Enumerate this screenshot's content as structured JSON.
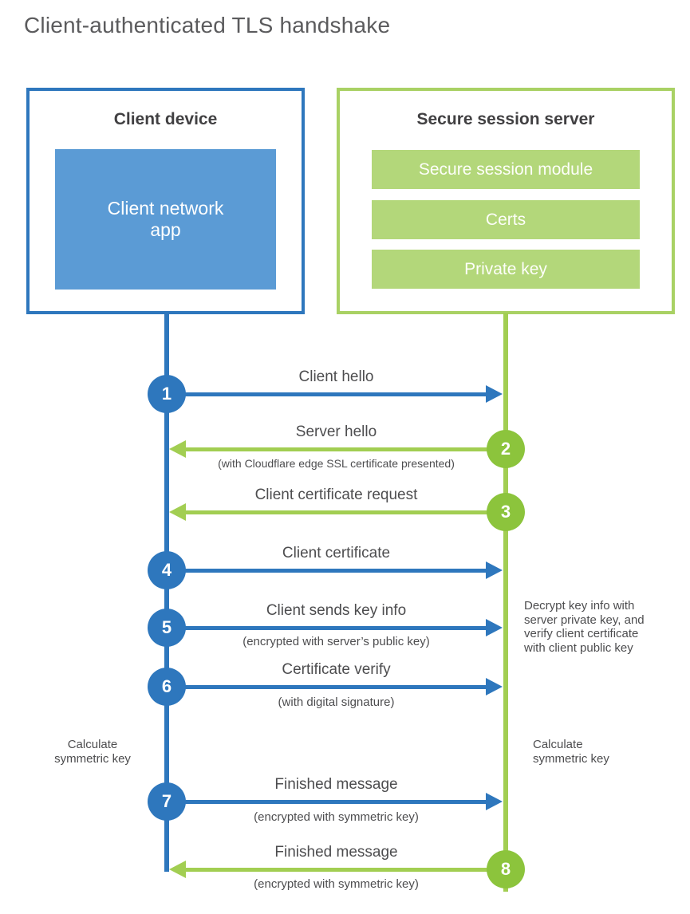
{
  "title": "Client-authenticated TLS handshake",
  "client": {
    "title": "Client device",
    "app": "Client network app"
  },
  "server": {
    "title": "Secure session server",
    "modules": [
      "Secure session module",
      "Certs",
      "Private key"
    ]
  },
  "steps": [
    {
      "num": "1",
      "label": "Client hello",
      "sublabel": "",
      "from": "client",
      "direction": "right"
    },
    {
      "num": "2",
      "label": "Server hello",
      "sublabel": "(with Cloudflare edge SSL certificate presented)",
      "from": "server",
      "direction": "left"
    },
    {
      "num": "3",
      "label": "Client certificate request",
      "sublabel": "",
      "from": "server",
      "direction": "left"
    },
    {
      "num": "4",
      "label": "Client certificate",
      "sublabel": "",
      "from": "client",
      "direction": "right"
    },
    {
      "num": "5",
      "label": "Client sends key info",
      "sublabel": "(encrypted with server’s public key)",
      "from": "client",
      "direction": "right"
    },
    {
      "num": "6",
      "label": "Certificate verify",
      "sublabel": "(with digital signature)",
      "from": "client",
      "direction": "right"
    },
    {
      "num": "7",
      "label": "Finished message",
      "sublabel": "(encrypted with symmetric key)",
      "from": "client",
      "direction": "right"
    },
    {
      "num": "8",
      "label": "Finished message",
      "sublabel": "(encrypted with symmetric key)",
      "from": "server",
      "direction": "left"
    }
  ],
  "annotations": {
    "decrypt_note": "Decrypt key info with server private key, and verify client certificate with client public key",
    "calculate_left": "Calculate symmetric key",
    "calculate_right": "Calculate symmetric key"
  },
  "colors": {
    "client_accent": "#2e77bd",
    "client_fill": "#5b9bd5",
    "server_accent": "#a2ce52",
    "server_circle": "#8cc43c",
    "server_fill": "#b3d77a",
    "server_border": "#a9d164",
    "text": "#4d4d4f"
  }
}
